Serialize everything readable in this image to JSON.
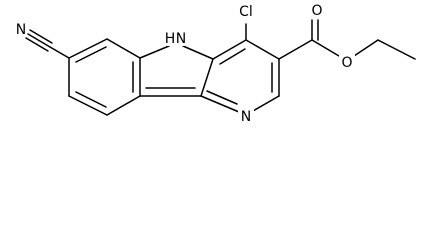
{
  "molecule": {
    "atoms": {
      "nitrile_n": "N",
      "indole_nh": "H",
      "indole_n": "N",
      "chloro": "Cl",
      "carbonyl_o": "O",
      "ester_o": "O",
      "pyridine_n": "N"
    }
  }
}
